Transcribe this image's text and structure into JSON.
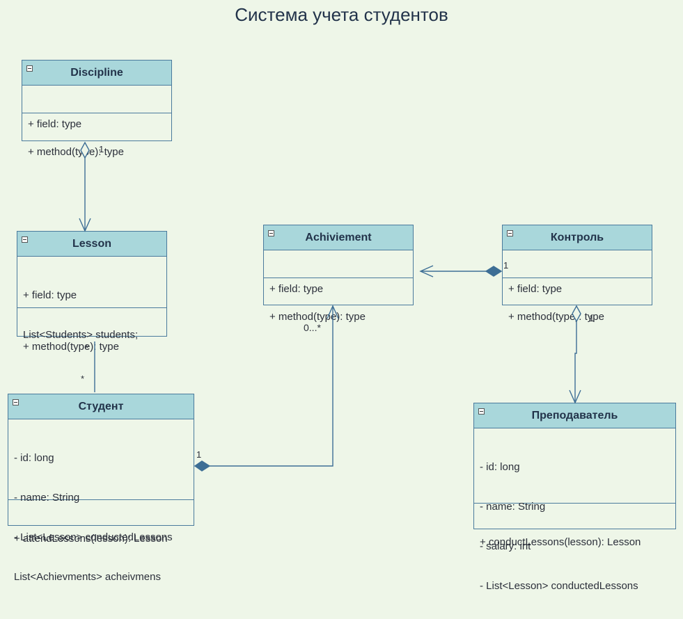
{
  "title": "Система учета студентов",
  "colors": {
    "header": "#a9d7db",
    "border": "#4a7a9c",
    "background": "#eef6e8",
    "edge": "#3d6e95"
  },
  "classes": {
    "discipline": {
      "name": "Discipline",
      "fields": [
        "+ field: type"
      ],
      "methods": [
        "+ method(type): type"
      ]
    },
    "lesson": {
      "name": "Lesson",
      "fields": [
        "+ field: type",
        "List<Students> students;"
      ],
      "methods": [
        "+ method(type): type"
      ]
    },
    "student": {
      "name": "Студент",
      "fields": [
        "- id: long",
        "- name: String",
        "- List<Lesson> conductedLessons",
        "List<Achievments> acheivmens"
      ],
      "methods": [
        "+ attendLessons(lesson): Lesson"
      ]
    },
    "achievement": {
      "name": "Achiviement",
      "fields": [
        "+ field: type"
      ],
      "methods": [
        "+ method(type): type"
      ]
    },
    "control": {
      "name": "Контроль",
      "fields": [
        "+ field: type"
      ],
      "methods": [
        "+ method(type): type"
      ]
    },
    "teacher": {
      "name": "Преподаватель",
      "fields": [
        "- id: long",
        "- name: String",
        "- salary: int",
        "- List<Lesson> conductedLessons"
      ],
      "methods": [
        "+ conductLessons(lesson): Lesson"
      ]
    }
  },
  "relations": {
    "discipline_lesson": {
      "type": "aggregation",
      "mult": "1"
    },
    "lesson_student": {
      "type": "association",
      "mult_lesson": "*",
      "mult_student": "*"
    },
    "student_achievement": {
      "type": "composition",
      "mult_student": "1",
      "mult_achievement": "0...*"
    },
    "control_achievement": {
      "type": "composition",
      "mult": "1"
    },
    "control_teacher": {
      "type": "aggregation",
      "mult": "1"
    }
  }
}
